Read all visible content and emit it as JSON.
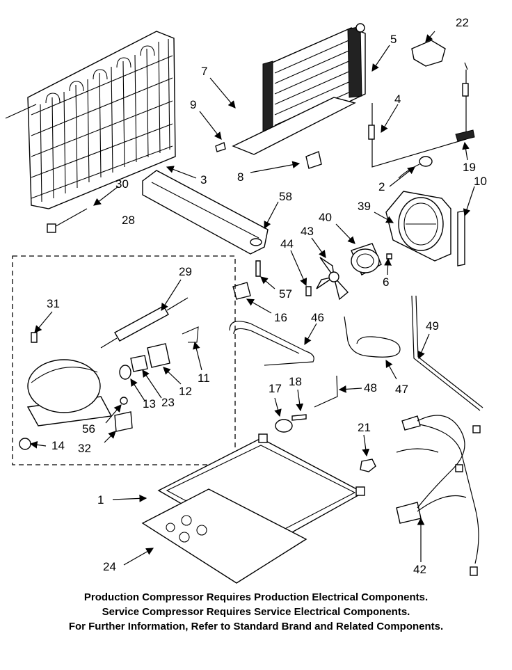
{
  "callouts": {
    "c1": "1",
    "c2": "2",
    "c3": "3",
    "c4": "4",
    "c5": "5",
    "c6": "6",
    "c7": "7",
    "c8": "8",
    "c9": "9",
    "c10": "10",
    "c11": "11",
    "c12": "12",
    "c13": "13",
    "c14": "14",
    "c16": "16",
    "c17": "17",
    "c18": "18",
    "c19": "19",
    "c21": "21",
    "c22": "22",
    "c23": "23",
    "c24": "24",
    "c28": "28",
    "c29": "29",
    "c30": "30",
    "c31": "31",
    "c32": "32",
    "c39": "39",
    "c40": "40",
    "c42": "42",
    "c43": "43",
    "c44": "44",
    "c46": "46",
    "c47": "47",
    "c48": "48",
    "c49": "49",
    "c56": "56",
    "c57": "57",
    "c58": "58"
  },
  "footer": {
    "line1": "Production Compressor Requires Production Electrical Components.",
    "line2": "Service Compressor Requires Service Electrical Components.",
    "line3": "For Further Information, Refer to Standard Brand and Related Components."
  }
}
